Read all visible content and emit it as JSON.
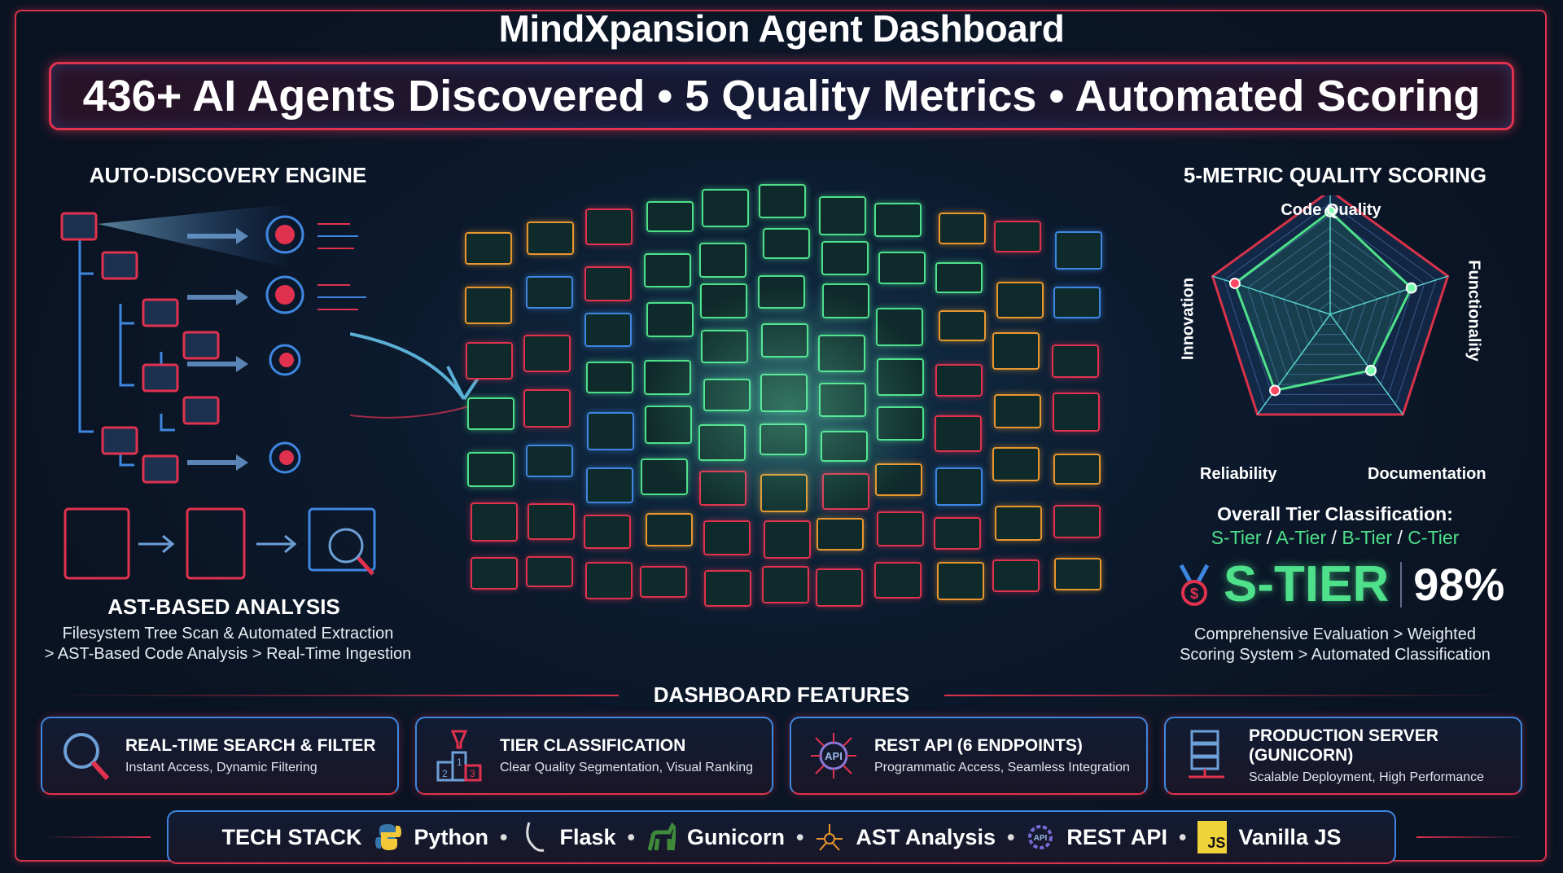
{
  "title": "MindXpansion Agent Dashboard",
  "banner": "436+ AI Agents Discovered • 5 Quality Metrics • Automated Scoring",
  "left": {
    "heading": "AUTO-DISCOVERY ENGINE",
    "analysis_heading": "AST-BASED ANALYSIS",
    "line1": "Filesystem Tree Scan & Automated Extraction",
    "line2": "> AST-Based Code Analysis > Real-Time Ingestion"
  },
  "right": {
    "heading": "5-METRIC QUALITY SCORING",
    "radar": {
      "axes": [
        "Code Quality",
        "Functionality",
        "Documentation",
        "Reliability",
        "Innovation"
      ],
      "values": [
        0.83,
        0.69,
        0.56,
        0.76,
        0.81
      ]
    },
    "tier_heading": "Overall Tier Classification:",
    "tiers": [
      "S-Tier",
      "A-Tier",
      "B-Tier",
      "C-Tier"
    ],
    "tier_sep": "/",
    "current_tier": "S-TIER",
    "score": "98%",
    "desc1": "Comprehensive Evaluation > Weighted",
    "desc2": "Scoring System > Automated Classification"
  },
  "features": {
    "heading": "DASHBOARD FEATURES",
    "items": [
      {
        "title": "REAL-TIME SEARCH & FILTER",
        "desc": "Instant Access, Dynamic Filtering",
        "icon": "magnifier-icon"
      },
      {
        "title": "TIER CLASSIFICATION",
        "desc": "Clear Quality Segmentation, Visual Ranking",
        "icon": "podium-trophy-icon"
      },
      {
        "title": "REST API (6 ENDPOINTS)",
        "desc": "Programmatic Access, Seamless Integration",
        "icon": "api-hub-icon"
      },
      {
        "title": "PRODUCTION SERVER (GUNICORN)",
        "desc": "Scalable Deployment, High Performance",
        "icon": "server-rack-icon"
      }
    ]
  },
  "tech": {
    "label": "TECH STACK",
    "sep": "•",
    "items": [
      "Python",
      "Flask",
      "Gunicorn",
      "AST Analysis",
      "REST API",
      "Vanilla JS"
    ],
    "js_badge": "JS",
    "api_badge": "API",
    "podium": [
      "2",
      "1",
      "3"
    ]
  },
  "colors": {
    "red": "#e0324e",
    "blue": "#3f86e0",
    "green": "#4ee08a",
    "orange": "#e8962e"
  }
}
